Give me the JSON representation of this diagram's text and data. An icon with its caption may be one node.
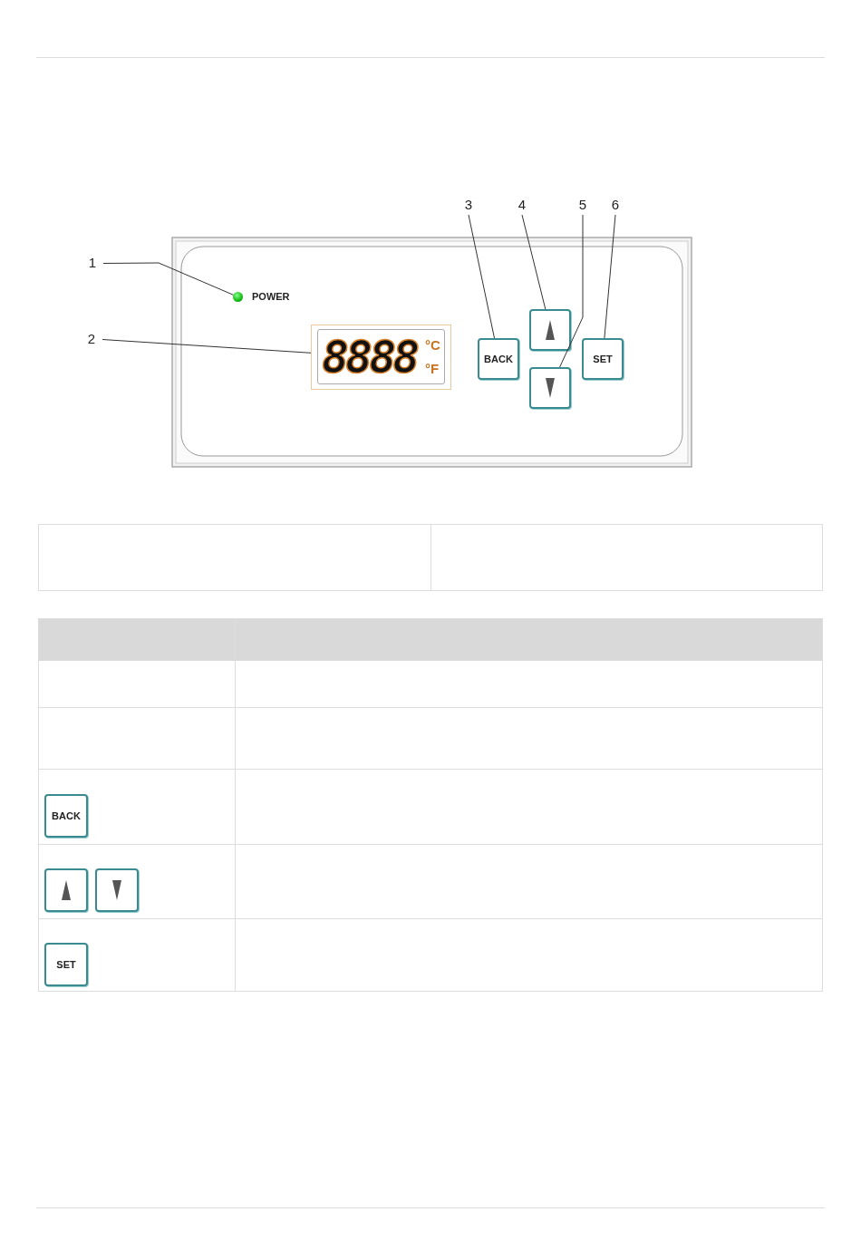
{
  "diagram": {
    "nodes": [
      {
        "text": [
          "1"
        ]
      },
      {
        "text": [],
        "shape": "circle",
        "beside": [
          "POWER"
        ]
      },
      {
        "text": [
          "2"
        ]
      },
      {
        "text": [
          "8888",
          "°C",
          "°F"
        ]
      },
      {
        "text": [
          "3"
        ]
      },
      {
        "text": [
          "4"
        ]
      },
      {
        "text": [
          "5"
        ]
      },
      {
        "text": [
          "6"
        ]
      },
      {
        "text": [
          "BACK"
        ]
      },
      {
        "text": [],
        "shape": "box"
      },
      {
        "text": [],
        "shape": "box"
      },
      {
        "text": [
          "SET"
        ]
      }
    ],
    "edges": [
      {
        "from": 0,
        "to": 1,
        "arrow": "none"
      },
      {
        "from": 2,
        "to": 3,
        "arrow": "none"
      },
      {
        "from": 4,
        "to": 8,
        "arrow": "none"
      },
      {
        "from": 5,
        "to": 9,
        "arrow": "none"
      },
      {
        "from": 6,
        "to": 10,
        "arrow": "none"
      },
      {
        "from": 7,
        "to": 11,
        "arrow": "none"
      }
    ],
    "labels": [
      "BACK",
      "SET"
    ]
  }
}
